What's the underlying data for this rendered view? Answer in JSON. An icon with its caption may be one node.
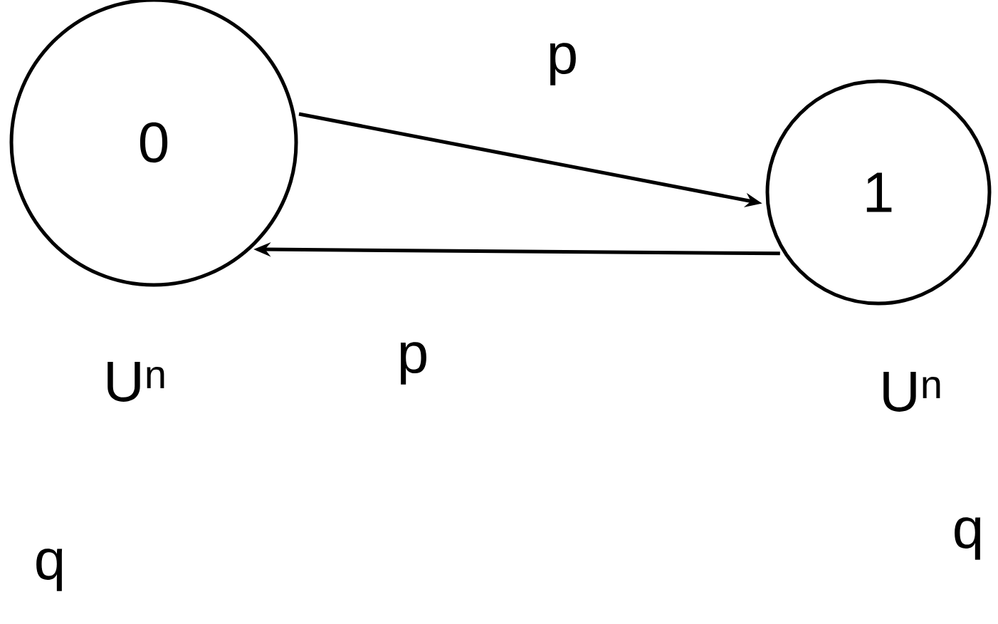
{
  "diagram": {
    "nodes": [
      {
        "text": [
          "0"
        ],
        "beside": [
          "U$^{n}$"
        ]
      },
      {
        "text": [
          "1"
        ],
        "beside": [
          "U$^{n}$"
        ]
      }
    ],
    "edges": [
      {
        "from": 0,
        "to": 1,
        "arrow": "to",
        "label": "p"
      },
      {
        "from": 1,
        "to": 0,
        "arrow": "to",
        "label": "p"
      }
    ],
    "labels": [
      "q",
      "q"
    ]
  }
}
